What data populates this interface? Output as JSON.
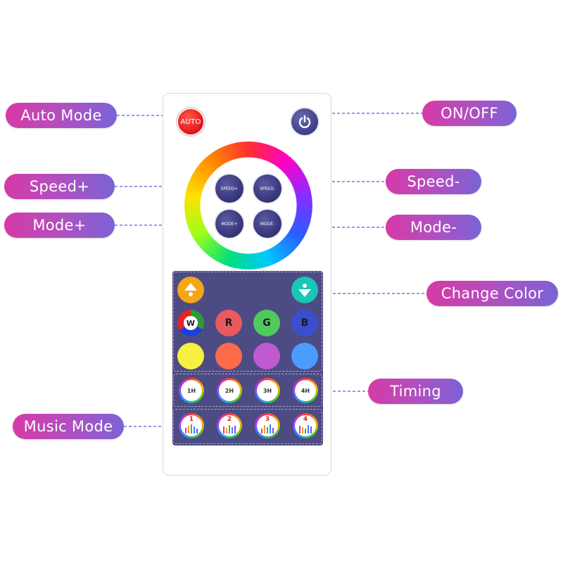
{
  "callouts": {
    "auto_mode": "Auto Mode",
    "on_off": "ON/OFF",
    "speed_plus": "Speed+",
    "speed_minus": "Speed-",
    "mode_plus": "Mode+",
    "mode_minus": "Mode-",
    "change_color": "Change Color",
    "timing": "Timing",
    "music_mode": "Music Mode"
  },
  "remote": {
    "auto_label": "AUTO",
    "speed_plus_label": "SPEED+",
    "speed_minus_label": "SPEED-",
    "mode_plus_label": "MODE+",
    "mode_minus_label": "MODE-",
    "color_letters": {
      "w": "W",
      "r": "R",
      "g": "G",
      "b": "B"
    },
    "swatches": [
      "#f6f040",
      "#ff6a4a",
      "#c05ad0",
      "#4a9cff"
    ],
    "timers": [
      "1H",
      "2H",
      "3H",
      "4H"
    ],
    "music": [
      "1",
      "2",
      "3",
      "4"
    ]
  },
  "colors": {
    "callout_gradient_start": "#d63aa6",
    "callout_gradient_end": "#7a63d6",
    "leader_line": "#5a5ad8",
    "panel": "#4d4b83",
    "button": "#3e3d86",
    "auto": "#e0141b"
  }
}
